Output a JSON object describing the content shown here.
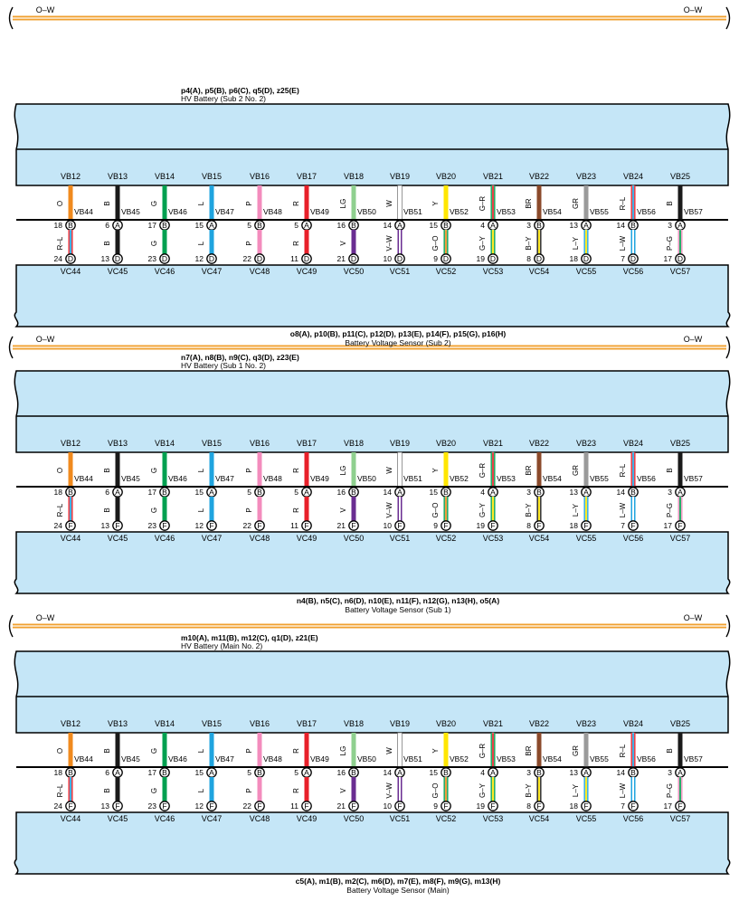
{
  "bus_label": "O–W",
  "colors": {
    "bus_outer": "#f0a030",
    "bus_inner": "#ffffff",
    "panel_fill": "#c5e6f7",
    "panel_stroke": "#000000"
  },
  "wire_colors": {
    "O": [
      "#f08a1e"
    ],
    "B": [
      "#1a1a1a"
    ],
    "G": [
      "#00a050"
    ],
    "L": [
      "#1fa4df"
    ],
    "P": [
      "#f38cbd"
    ],
    "R": [
      "#e8202a"
    ],
    "LG": [
      "#8fd08f"
    ],
    "W": [
      "#ffffff"
    ],
    "Y": [
      "#ffe600"
    ],
    "G–R": [
      "#00a050",
      "#e8202a"
    ],
    "BR": [
      "#8b4a2b"
    ],
    "GR": [
      "#9a9a9a"
    ],
    "R–L": [
      "#e8202a",
      "#1fa4df"
    ],
    "V": [
      "#6a2d91"
    ],
    "V–W": [
      "#6a2d91",
      "#ffffff"
    ],
    "G–O": [
      "#00a050",
      "#f08a1e"
    ],
    "G–Y": [
      "#00a050",
      "#ffe600"
    ],
    "B–Y": [
      "#1a1a1a",
      "#ffe600"
    ],
    "L–Y": [
      "#1fa4df",
      "#ffe600"
    ],
    "L–W": [
      "#1fa4df",
      "#ffffff"
    ],
    "P–G": [
      "#f38cbd",
      "#00a050"
    ]
  },
  "panels": [
    {
      "top_connectors": "p4(A), p5(B), p6(C), q5(D), z25(E)",
      "top_title": "HV Battery (Sub 2 No.  2)",
      "bottom_connectors": "o8(A), p10(B), p11(C), p12(D), p13(E), p14(F), p15(G), p16(H)",
      "bottom_title": "Battery Voltage Sensor (Sub 2)",
      "wires": [
        {
          "vb": "VB12",
          "vb_pin": "VB44",
          "top_color": "O",
          "top_num": "18",
          "top_letter": "B",
          "bottom_color": "R–L",
          "bottom_num": "24",
          "bottom_letter": "D",
          "vc": "VC44"
        },
        {
          "vb": "VB13",
          "vb_pin": "VB45",
          "top_color": "B",
          "top_num": "6",
          "top_letter": "A",
          "bottom_color": "B",
          "bottom_num": "13",
          "bottom_letter": "D",
          "vc": "VC45"
        },
        {
          "vb": "VB14",
          "vb_pin": "VB46",
          "top_color": "G",
          "top_num": "17",
          "top_letter": "B",
          "bottom_color": "G",
          "bottom_num": "23",
          "bottom_letter": "D",
          "vc": "VC46"
        },
        {
          "vb": "VB15",
          "vb_pin": "VB47",
          "top_color": "L",
          "top_num": "15",
          "top_letter": "A",
          "bottom_color": "L",
          "bottom_num": "12",
          "bottom_letter": "D",
          "vc": "VC47"
        },
        {
          "vb": "VB16",
          "vb_pin": "VB48",
          "top_color": "P",
          "top_num": "5",
          "top_letter": "B",
          "bottom_color": "P",
          "bottom_num": "22",
          "bottom_letter": "D",
          "vc": "VC48"
        },
        {
          "vb": "VB17",
          "vb_pin": "VB49",
          "top_color": "R",
          "top_num": "5",
          "top_letter": "A",
          "bottom_color": "R",
          "bottom_num": "11",
          "bottom_letter": "D",
          "vc": "VC49"
        },
        {
          "vb": "VB18",
          "vb_pin": "VB50",
          "top_color": "LG",
          "top_num": "16",
          "top_letter": "B",
          "bottom_color": "V",
          "bottom_num": "21",
          "bottom_letter": "D",
          "vc": "VC50"
        },
        {
          "vb": "VB19",
          "vb_pin": "VB51",
          "top_color": "W",
          "top_num": "14",
          "top_letter": "A",
          "bottom_color": "V–W",
          "bottom_num": "10",
          "bottom_letter": "D",
          "vc": "VC51"
        },
        {
          "vb": "VB20",
          "vb_pin": "VB52",
          "top_color": "Y",
          "top_num": "15",
          "top_letter": "B",
          "bottom_color": "G–O",
          "bottom_num": "9",
          "bottom_letter": "D",
          "vc": "VC52"
        },
        {
          "vb": "VB21",
          "vb_pin": "VB53",
          "top_color": "G–R",
          "top_num": "4",
          "top_letter": "A",
          "bottom_color": "G–Y",
          "bottom_num": "19",
          "bottom_letter": "D",
          "vc": "VC53"
        },
        {
          "vb": "VB22",
          "vb_pin": "VB54",
          "top_color": "BR",
          "top_num": "3",
          "top_letter": "B",
          "bottom_color": "B–Y",
          "bottom_num": "8",
          "bottom_letter": "D",
          "vc": "VC54"
        },
        {
          "vb": "VB23",
          "vb_pin": "VB55",
          "top_color": "GR",
          "top_num": "13",
          "top_letter": "A",
          "bottom_color": "L–Y",
          "bottom_num": "18",
          "bottom_letter": "D",
          "vc": "VC55"
        },
        {
          "vb": "VB24",
          "vb_pin": "VB56",
          "top_color": "R–L",
          "top_num": "14",
          "top_letter": "B",
          "bottom_color": "L–W",
          "bottom_num": "7",
          "bottom_letter": "D",
          "vc": "VC56"
        },
        {
          "vb": "VB25",
          "vb_pin": "VB57",
          "top_color": "B",
          "top_num": "3",
          "top_letter": "A",
          "bottom_color": "P–G",
          "bottom_num": "17",
          "bottom_letter": "D",
          "vc": "VC57"
        }
      ]
    },
    {
      "top_connectors": "n7(A), n8(B), n9(C), q3(D), z23(E)",
      "top_title": "HV Battery (Sub 1 No.  2)",
      "bottom_connectors": "n4(B), n5(C), n6(D), n10(E), n11(F), n12(G), n13(H), o5(A)",
      "bottom_title": "Battery Voltage Sensor (Sub 1)",
      "wires": [
        {
          "vb": "VB12",
          "vb_pin": "VB44",
          "top_color": "O",
          "top_num": "18",
          "top_letter": "B",
          "bottom_color": "R–L",
          "bottom_num": "24",
          "bottom_letter": "F",
          "vc": "VC44"
        },
        {
          "vb": "VB13",
          "vb_pin": "VB45",
          "top_color": "B",
          "top_num": "6",
          "top_letter": "A",
          "bottom_color": "B",
          "bottom_num": "13",
          "bottom_letter": "F",
          "vc": "VC45"
        },
        {
          "vb": "VB14",
          "vb_pin": "VB46",
          "top_color": "G",
          "top_num": "17",
          "top_letter": "B",
          "bottom_color": "G",
          "bottom_num": "23",
          "bottom_letter": "F",
          "vc": "VC46"
        },
        {
          "vb": "VB15",
          "vb_pin": "VB47",
          "top_color": "L",
          "top_num": "15",
          "top_letter": "A",
          "bottom_color": "L",
          "bottom_num": "12",
          "bottom_letter": "F",
          "vc": "VC47"
        },
        {
          "vb": "VB16",
          "vb_pin": "VB48",
          "top_color": "P",
          "top_num": "5",
          "top_letter": "B",
          "bottom_color": "P",
          "bottom_num": "22",
          "bottom_letter": "F",
          "vc": "VC48"
        },
        {
          "vb": "VB17",
          "vb_pin": "VB49",
          "top_color": "R",
          "top_num": "5",
          "top_letter": "A",
          "bottom_color": "R",
          "bottom_num": "11",
          "bottom_letter": "F",
          "vc": "VC49"
        },
        {
          "vb": "VB18",
          "vb_pin": "VB50",
          "top_color": "LG",
          "top_num": "16",
          "top_letter": "B",
          "bottom_color": "V",
          "bottom_num": "21",
          "bottom_letter": "F",
          "vc": "VC50"
        },
        {
          "vb": "VB19",
          "vb_pin": "VB51",
          "top_color": "W",
          "top_num": "14",
          "top_letter": "A",
          "bottom_color": "V–W",
          "bottom_num": "10",
          "bottom_letter": "F",
          "vc": "VC51"
        },
        {
          "vb": "VB20",
          "vb_pin": "VB52",
          "top_color": "Y",
          "top_num": "15",
          "top_letter": "B",
          "bottom_color": "G–O",
          "bottom_num": "9",
          "bottom_letter": "F",
          "vc": "VC52"
        },
        {
          "vb": "VB21",
          "vb_pin": "VB53",
          "top_color": "G–R",
          "top_num": "4",
          "top_letter": "A",
          "bottom_color": "G–Y",
          "bottom_num": "19",
          "bottom_letter": "F",
          "vc": "VC53"
        },
        {
          "vb": "VB22",
          "vb_pin": "VB54",
          "top_color": "BR",
          "top_num": "3",
          "top_letter": "B",
          "bottom_color": "B–Y",
          "bottom_num": "8",
          "bottom_letter": "F",
          "vc": "VC54"
        },
        {
          "vb": "VB23",
          "vb_pin": "VB55",
          "top_color": "GR",
          "top_num": "13",
          "top_letter": "A",
          "bottom_color": "L–Y",
          "bottom_num": "18",
          "bottom_letter": "F",
          "vc": "VC55"
        },
        {
          "vb": "VB24",
          "vb_pin": "VB56",
          "top_color": "R–L",
          "top_num": "14",
          "top_letter": "B",
          "bottom_color": "L–W",
          "bottom_num": "7",
          "bottom_letter": "F",
          "vc": "VC56"
        },
        {
          "vb": "VB25",
          "vb_pin": "VB57",
          "top_color": "B",
          "top_num": "3",
          "top_letter": "A",
          "bottom_color": "P–G",
          "bottom_num": "17",
          "bottom_letter": "F",
          "vc": "VC57"
        }
      ]
    },
    {
      "top_connectors": "m10(A), m11(B), m12(C), q1(D), z21(E)",
      "top_title": "HV Battery (Main No.  2)",
      "bottom_connectors": "c5(A), m1(B), m2(C), m6(D), m7(E), m8(F), m9(G), m13(H)",
      "bottom_title": "Battery Voltage Sensor (Main)",
      "wires": [
        {
          "vb": "VB12",
          "vb_pin": "VB44",
          "top_color": "O",
          "top_num": "18",
          "top_letter": "B",
          "bottom_color": "R–L",
          "bottom_num": "24",
          "bottom_letter": "F",
          "vc": "VC44"
        },
        {
          "vb": "VB13",
          "vb_pin": "VB45",
          "top_color": "B",
          "top_num": "6",
          "top_letter": "A",
          "bottom_color": "B",
          "bottom_num": "13",
          "bottom_letter": "F",
          "vc": "VC45"
        },
        {
          "vb": "VB14",
          "vb_pin": "VB46",
          "top_color": "G",
          "top_num": "17",
          "top_letter": "B",
          "bottom_color": "G",
          "bottom_num": "23",
          "bottom_letter": "F",
          "vc": "VC46"
        },
        {
          "vb": "VB15",
          "vb_pin": "VB47",
          "top_color": "L",
          "top_num": "15",
          "top_letter": "A",
          "bottom_color": "L",
          "bottom_num": "12",
          "bottom_letter": "F",
          "vc": "VC47"
        },
        {
          "vb": "VB16",
          "vb_pin": "VB48",
          "top_color": "P",
          "top_num": "5",
          "top_letter": "B",
          "bottom_color": "P",
          "bottom_num": "22",
          "bottom_letter": "F",
          "vc": "VC48"
        },
        {
          "vb": "VB17",
          "vb_pin": "VB49",
          "top_color": "R",
          "top_num": "5",
          "top_letter": "A",
          "bottom_color": "R",
          "bottom_num": "11",
          "bottom_letter": "F",
          "vc": "VC49"
        },
        {
          "vb": "VB18",
          "vb_pin": "VB50",
          "top_color": "LG",
          "top_num": "16",
          "top_letter": "B",
          "bottom_color": "V",
          "bottom_num": "21",
          "bottom_letter": "F",
          "vc": "VC50"
        },
        {
          "vb": "VB19",
          "vb_pin": "VB51",
          "top_color": "W",
          "top_num": "14",
          "top_letter": "A",
          "bottom_color": "V–W",
          "bottom_num": "10",
          "bottom_letter": "F",
          "vc": "VC51"
        },
        {
          "vb": "VB20",
          "vb_pin": "VB52",
          "top_color": "Y",
          "top_num": "15",
          "top_letter": "B",
          "bottom_color": "G–O",
          "bottom_num": "9",
          "bottom_letter": "F",
          "vc": "VC52"
        },
        {
          "vb": "VB21",
          "vb_pin": "VB53",
          "top_color": "G–R",
          "top_num": "4",
          "top_letter": "A",
          "bottom_color": "G–Y",
          "bottom_num": "19",
          "bottom_letter": "F",
          "vc": "VC53"
        },
        {
          "vb": "VB22",
          "vb_pin": "VB54",
          "top_color": "BR",
          "top_num": "3",
          "top_letter": "B",
          "bottom_color": "B–Y",
          "bottom_num": "8",
          "bottom_letter": "F",
          "vc": "VC54"
        },
        {
          "vb": "VB23",
          "vb_pin": "VB55",
          "top_color": "GR",
          "top_num": "13",
          "top_letter": "A",
          "bottom_color": "L–Y",
          "bottom_num": "18",
          "bottom_letter": "F",
          "vc": "VC55"
        },
        {
          "vb": "VB24",
          "vb_pin": "VB56",
          "top_color": "R–L",
          "top_num": "14",
          "top_letter": "B",
          "bottom_color": "L–W",
          "bottom_num": "7",
          "bottom_letter": "F",
          "vc": "VC56"
        },
        {
          "vb": "VB25",
          "vb_pin": "VB57",
          "top_color": "B",
          "top_num": "3",
          "top_letter": "A",
          "bottom_color": "P–G",
          "bottom_num": "17",
          "bottom_letter": "F",
          "vc": "VC57"
        }
      ]
    }
  ]
}
